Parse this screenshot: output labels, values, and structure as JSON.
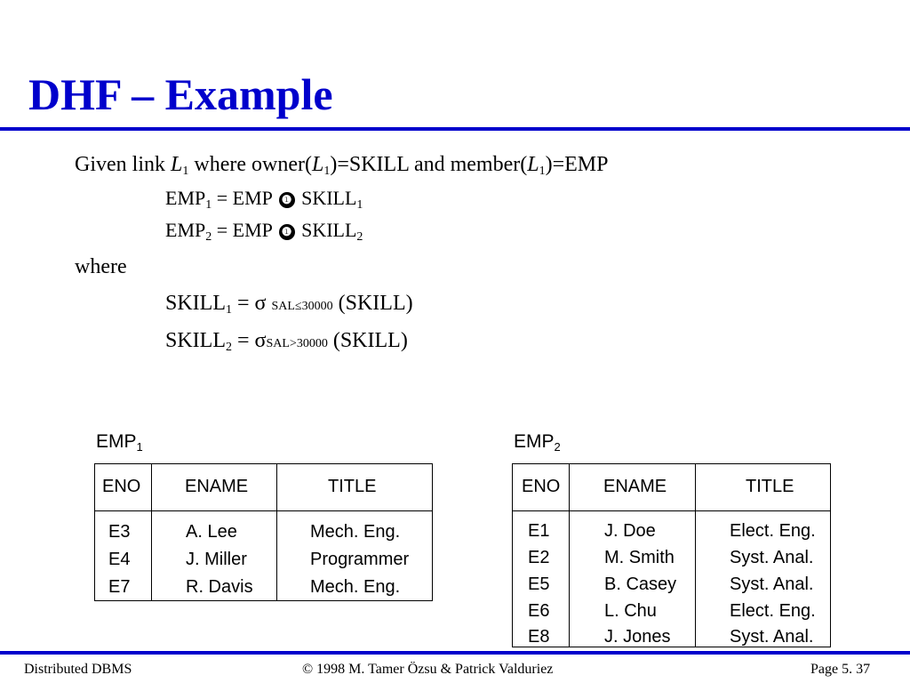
{
  "slide": {
    "title": "DHF – Example",
    "body": {
      "given": {
        "t1": "Given link ",
        "L": "L",
        "one": "1",
        "t2": " where owner(",
        "t3": ")=SKILL and member(",
        "t4": ")=EMP"
      },
      "emp1_def": {
        "emp": "EMP",
        "sub": "1",
        "eq": " = EMP ",
        "join": "❶",
        "skill": " SKILL",
        "sub2": "1"
      },
      "emp2_def": {
        "emp": "EMP",
        "sub": "2",
        "eq": " = EMP ",
        "join": "❶",
        "skill": " SKILL",
        "sub2": "2"
      },
      "where": "where",
      "skill1_def": {
        "skill": "SKILL",
        "sub": "1",
        "eq": " = σ ",
        "cond": "SAL≤30000",
        "rel": " (SKILL)"
      },
      "skill2_def": {
        "skill": "SKILL",
        "sub": "2",
        "eq": " = σ",
        "cond": "SAL>30000",
        "rel": " (SKILL)"
      }
    },
    "tables": [
      {
        "label": "EMP",
        "label_sub": "1",
        "headers": [
          "ENO",
          "ENAME",
          "TITLE"
        ],
        "rows": [
          [
            "E3",
            "A. Lee",
            "Mech. Eng."
          ],
          [
            "E4",
            "J. Miller",
            "Programmer"
          ],
          [
            "E7",
            "R. Davis",
            "Mech. Eng."
          ]
        ]
      },
      {
        "label": "EMP",
        "label_sub": "2",
        "headers": [
          "ENO",
          "ENAME",
          "TITLE"
        ],
        "rows": [
          [
            "E1",
            "J. Doe",
            "Elect. Eng."
          ],
          [
            "E2",
            "M. Smith",
            "Syst. Anal."
          ],
          [
            "E5",
            "B. Casey",
            "Syst. Anal."
          ],
          [
            "E6",
            "L. Chu",
            "Elect. Eng."
          ],
          [
            "E8",
            "J. Jones",
            "Syst. Anal."
          ]
        ]
      }
    ],
    "footer": {
      "left": "Distributed DBMS",
      "center": "© 1998 M. Tamer Özsu & Patrick Valduriez",
      "right": "Page 5. 37"
    },
    "colors": {
      "accent": "#0000cc"
    }
  }
}
